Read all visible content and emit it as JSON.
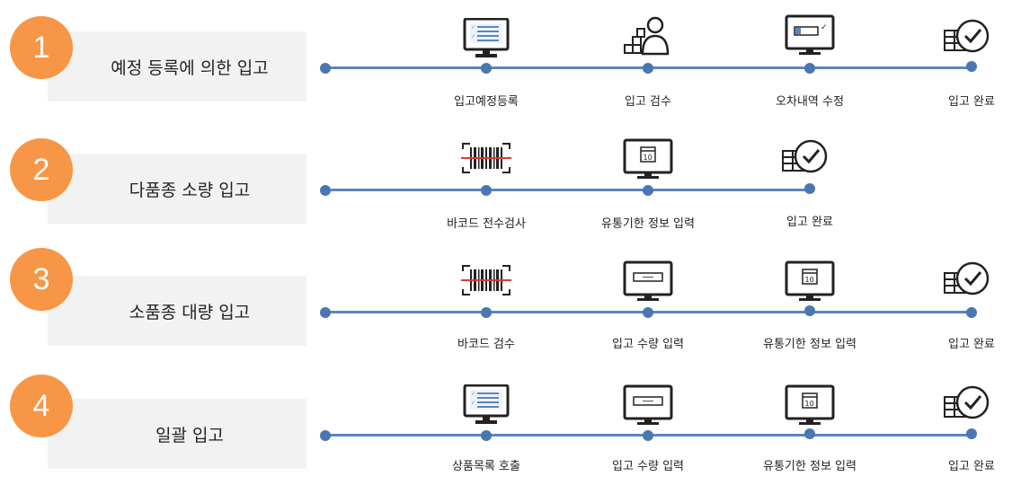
{
  "colors": {
    "badge": "#f79646",
    "line": "#5b85bd",
    "dot": "#4a76b2",
    "title_bg": "#f2f2f2"
  },
  "rows": [
    {
      "number": "1",
      "title": "예정 등록에 의한 입고",
      "steps": [
        {
          "label": "입고예정등록",
          "icon": "monitor-list-icon"
        },
        {
          "label": "입고 검수",
          "icon": "worker-boxes-icon"
        },
        {
          "label": "오차내역 수정",
          "icon": "monitor-edit-icon"
        },
        {
          "label": "입고 완료",
          "icon": "grid-check-icon"
        }
      ]
    },
    {
      "number": "2",
      "title": "다품종 소량 입고",
      "steps": [
        {
          "label": "바코드 전수검사",
          "icon": "barcode-scan-icon"
        },
        {
          "label": "유통기한 정보 입력",
          "icon": "monitor-calendar-icon"
        },
        {
          "label": "입고 완료",
          "icon": "grid-check-icon"
        }
      ]
    },
    {
      "number": "3",
      "title": "소품종 대량 입고",
      "steps": [
        {
          "label": "바코드 검수",
          "icon": "barcode-scan-icon"
        },
        {
          "label": "입고 수량 입력",
          "icon": "monitor-input-icon"
        },
        {
          "label": "유통기한 정보 입력",
          "icon": "monitor-calendar-icon"
        },
        {
          "label": "입고 완료",
          "icon": "grid-check-icon"
        }
      ]
    },
    {
      "number": "4",
      "title": "일괄 입고",
      "steps": [
        {
          "label": "상품목록 호출",
          "icon": "monitor-list-icon"
        },
        {
          "label": "입고 수량 입력",
          "icon": "monitor-input-icon"
        },
        {
          "label": "유통기한 정보 입력",
          "icon": "monitor-calendar-icon"
        },
        {
          "label": "입고 완료",
          "icon": "grid-check-icon"
        }
      ]
    }
  ]
}
